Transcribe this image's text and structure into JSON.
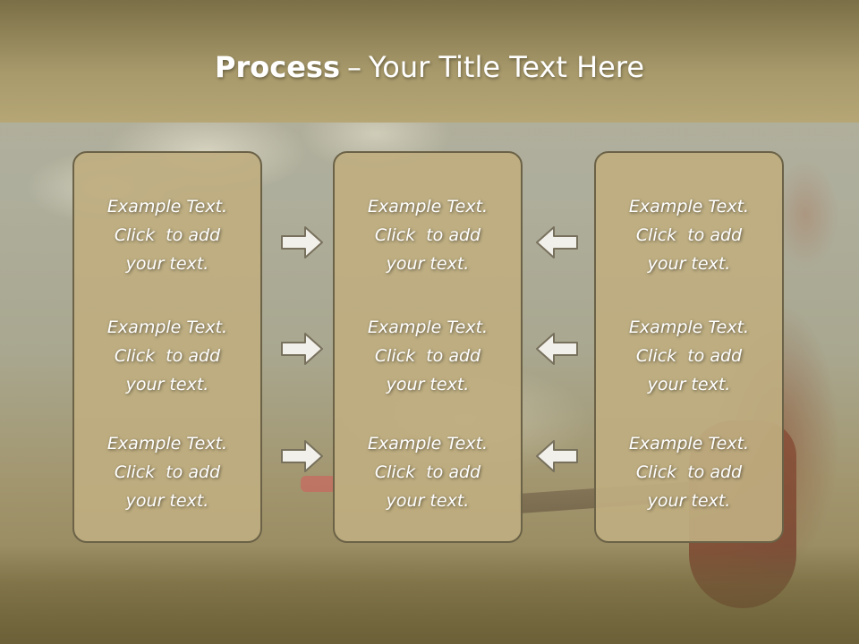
{
  "slide": {
    "title_bold": "Process",
    "title_dash": "–",
    "title_rest": "Your Title Text Here"
  },
  "columns": [
    {
      "items": [
        {
          "line1": "Example Text.",
          "line2": "Click  to add",
          "line3": "your text."
        },
        {
          "line1": "Example Text.",
          "line2": "Click  to add",
          "line3": "your text."
        },
        {
          "line1": "Example Text.",
          "line2": "Click  to add",
          "line3": "your text."
        }
      ]
    },
    {
      "items": [
        {
          "line1": "Example Text.",
          "line2": "Click  to add",
          "line3": "your text."
        },
        {
          "line1": "Example Text.",
          "line2": "Click  to add",
          "line3": "your text."
        },
        {
          "line1": "Example Text.",
          "line2": "Click  to add",
          "line3": "your text."
        }
      ]
    },
    {
      "items": [
        {
          "line1": "Example Text.",
          "line2": "Click  to add",
          "line3": "your text."
        },
        {
          "line1": "Example Text.",
          "line2": "Click  to add",
          "line3": "your text."
        },
        {
          "line1": "Example Text.",
          "line2": "Click  to add",
          "line3": "your text."
        }
      ]
    }
  ],
  "arrows": {
    "left_group": "right-arrow-icon",
    "right_group": "left-arrow-icon"
  },
  "colors": {
    "title_bar": "#a89a6b",
    "box_fill": "#bfae80",
    "box_border": "#6b6247",
    "text": "#ffffff"
  }
}
